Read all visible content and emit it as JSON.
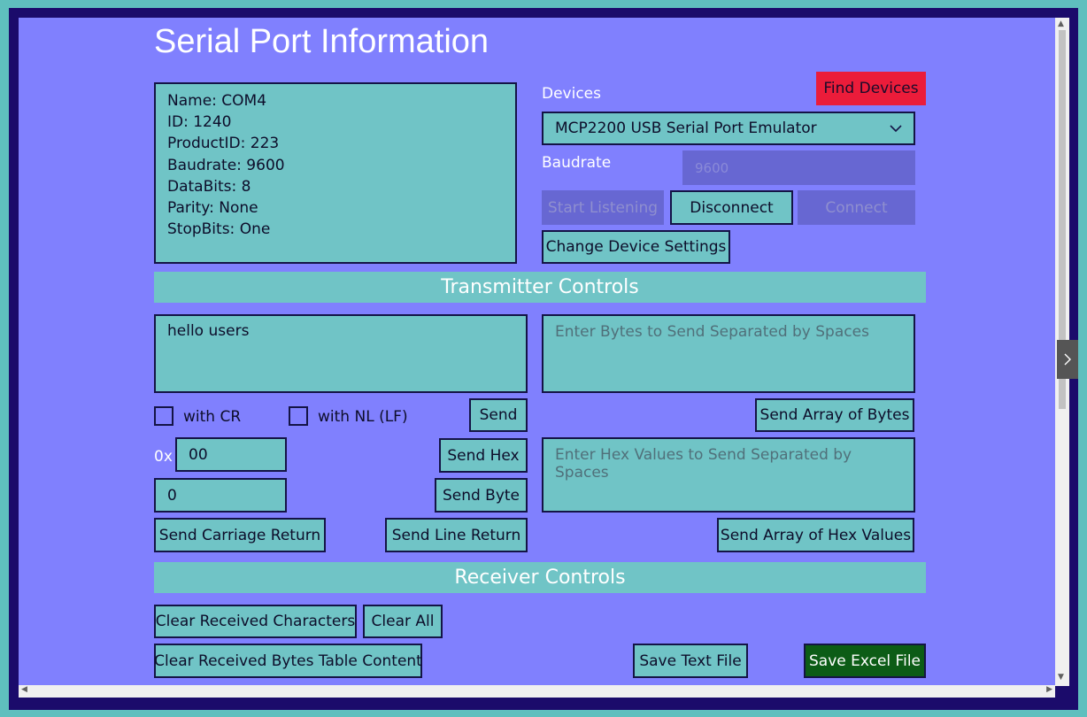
{
  "page": {
    "title": "Serial Port Information"
  },
  "info": {
    "lines": [
      "Name: COM4",
      "ID: 1240",
      "ProductID: 223",
      "Baudrate: 9600",
      "DataBits: 8",
      "Parity: None",
      "StopBits: One"
    ]
  },
  "devices": {
    "label": "Devices",
    "find_button": "Find Devices",
    "selected": "MCP2200 USB Serial Port Emulator",
    "baudrate_label": "Baudrate",
    "baudrate_value": "9600",
    "start_listening": "Start Listening",
    "disconnect": "Disconnect",
    "connect": "Connect",
    "change_settings": "Change Device Settings"
  },
  "transmitter": {
    "header": "Transmitter Controls",
    "text_value": "hello users",
    "bytes_placeholder": "Enter Bytes to Send Separated by Spaces",
    "with_cr": "with CR",
    "with_nl": "with NL (LF)",
    "send": "Send",
    "send_array_bytes": "Send Array of Bytes",
    "hex_prefix": "0x",
    "hex_value": "00",
    "send_hex": "Send Hex",
    "hex_values_placeholder": "Enter Hex Values to Send Separated by Spaces",
    "byte_value": "0",
    "send_byte": "Send Byte",
    "send_carriage_return": "Send Carriage Return",
    "send_line_return": "Send Line Return",
    "send_array_hex": "Send Array of Hex Values"
  },
  "receiver": {
    "header": "Receiver Controls",
    "clear_received_chars": "Clear Received Characters",
    "clear_all": "Clear All",
    "clear_bytes_table": "Clear Received Bytes Table Content",
    "save_text": "Save Text File",
    "save_excel": "Save Excel File"
  },
  "colors": {
    "background": "#8080fe",
    "panel": "#70c4c6",
    "border": "#141446",
    "accent_red": "#eb1c3a",
    "accent_green": "#0c5c16"
  }
}
